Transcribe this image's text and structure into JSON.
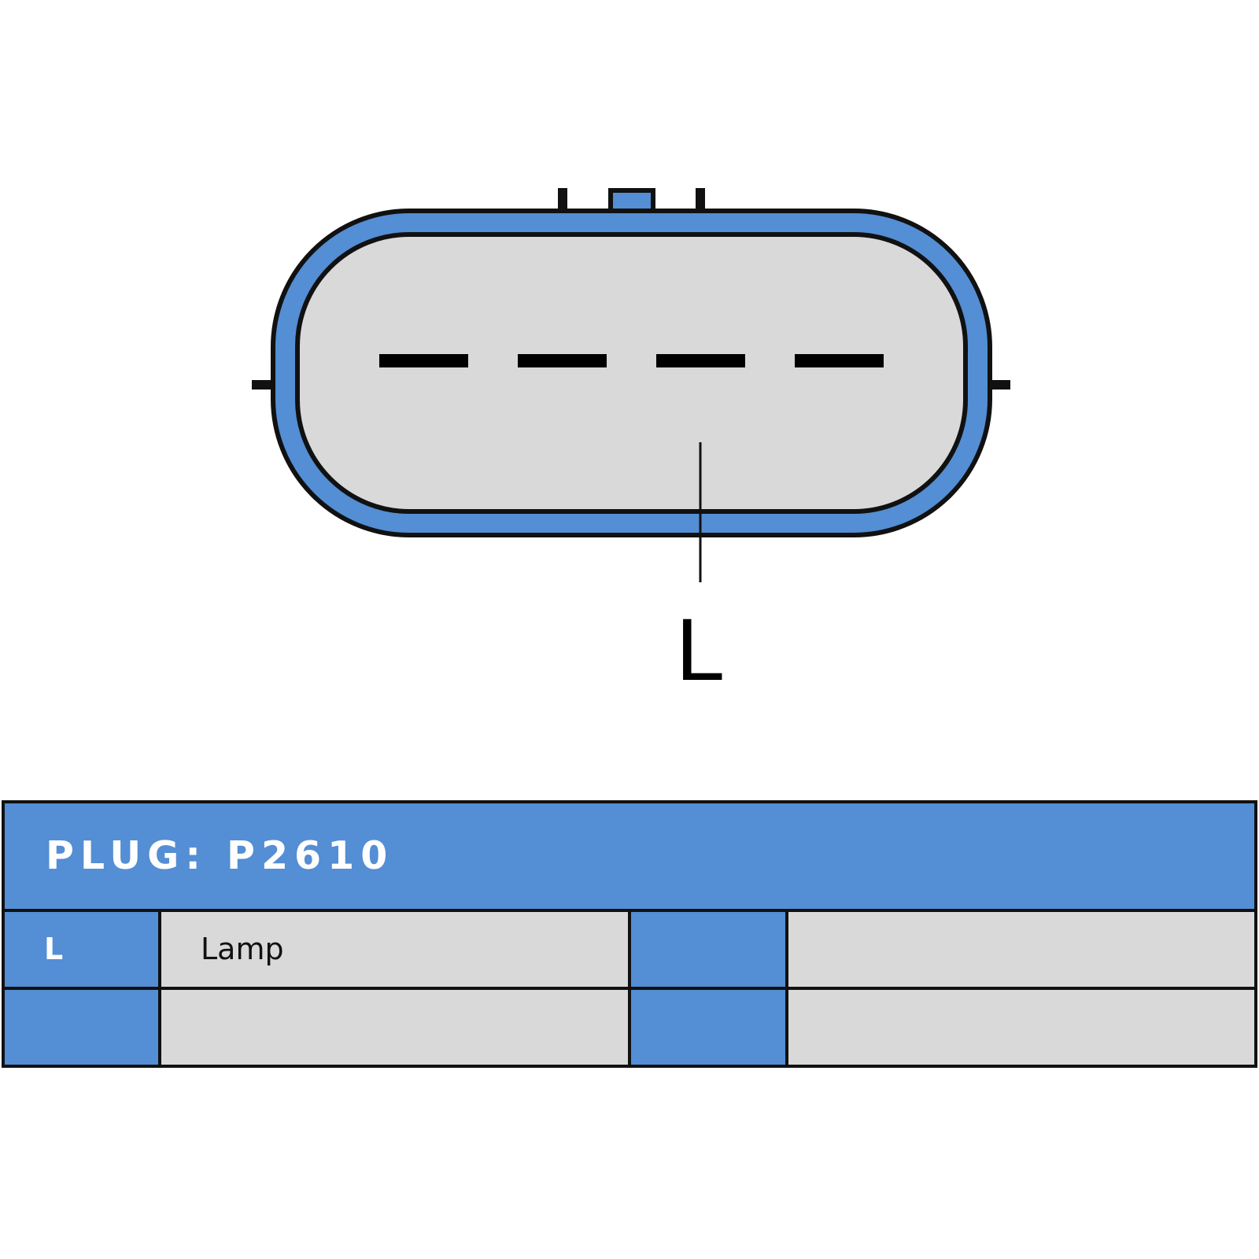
{
  "diagram": {
    "pin_label": "L",
    "colors": {
      "shell_fill": "#548ed4",
      "face_fill": "#d9d9d9",
      "outline": "#111111",
      "background": "#ffffff"
    }
  },
  "table": {
    "title": "PLUG: P2610",
    "rows": [
      {
        "pin": "L",
        "function": "Lamp",
        "pin_2": "",
        "function_2": ""
      },
      {
        "pin": "",
        "function": "",
        "pin_2": "",
        "function_2": ""
      }
    ]
  }
}
